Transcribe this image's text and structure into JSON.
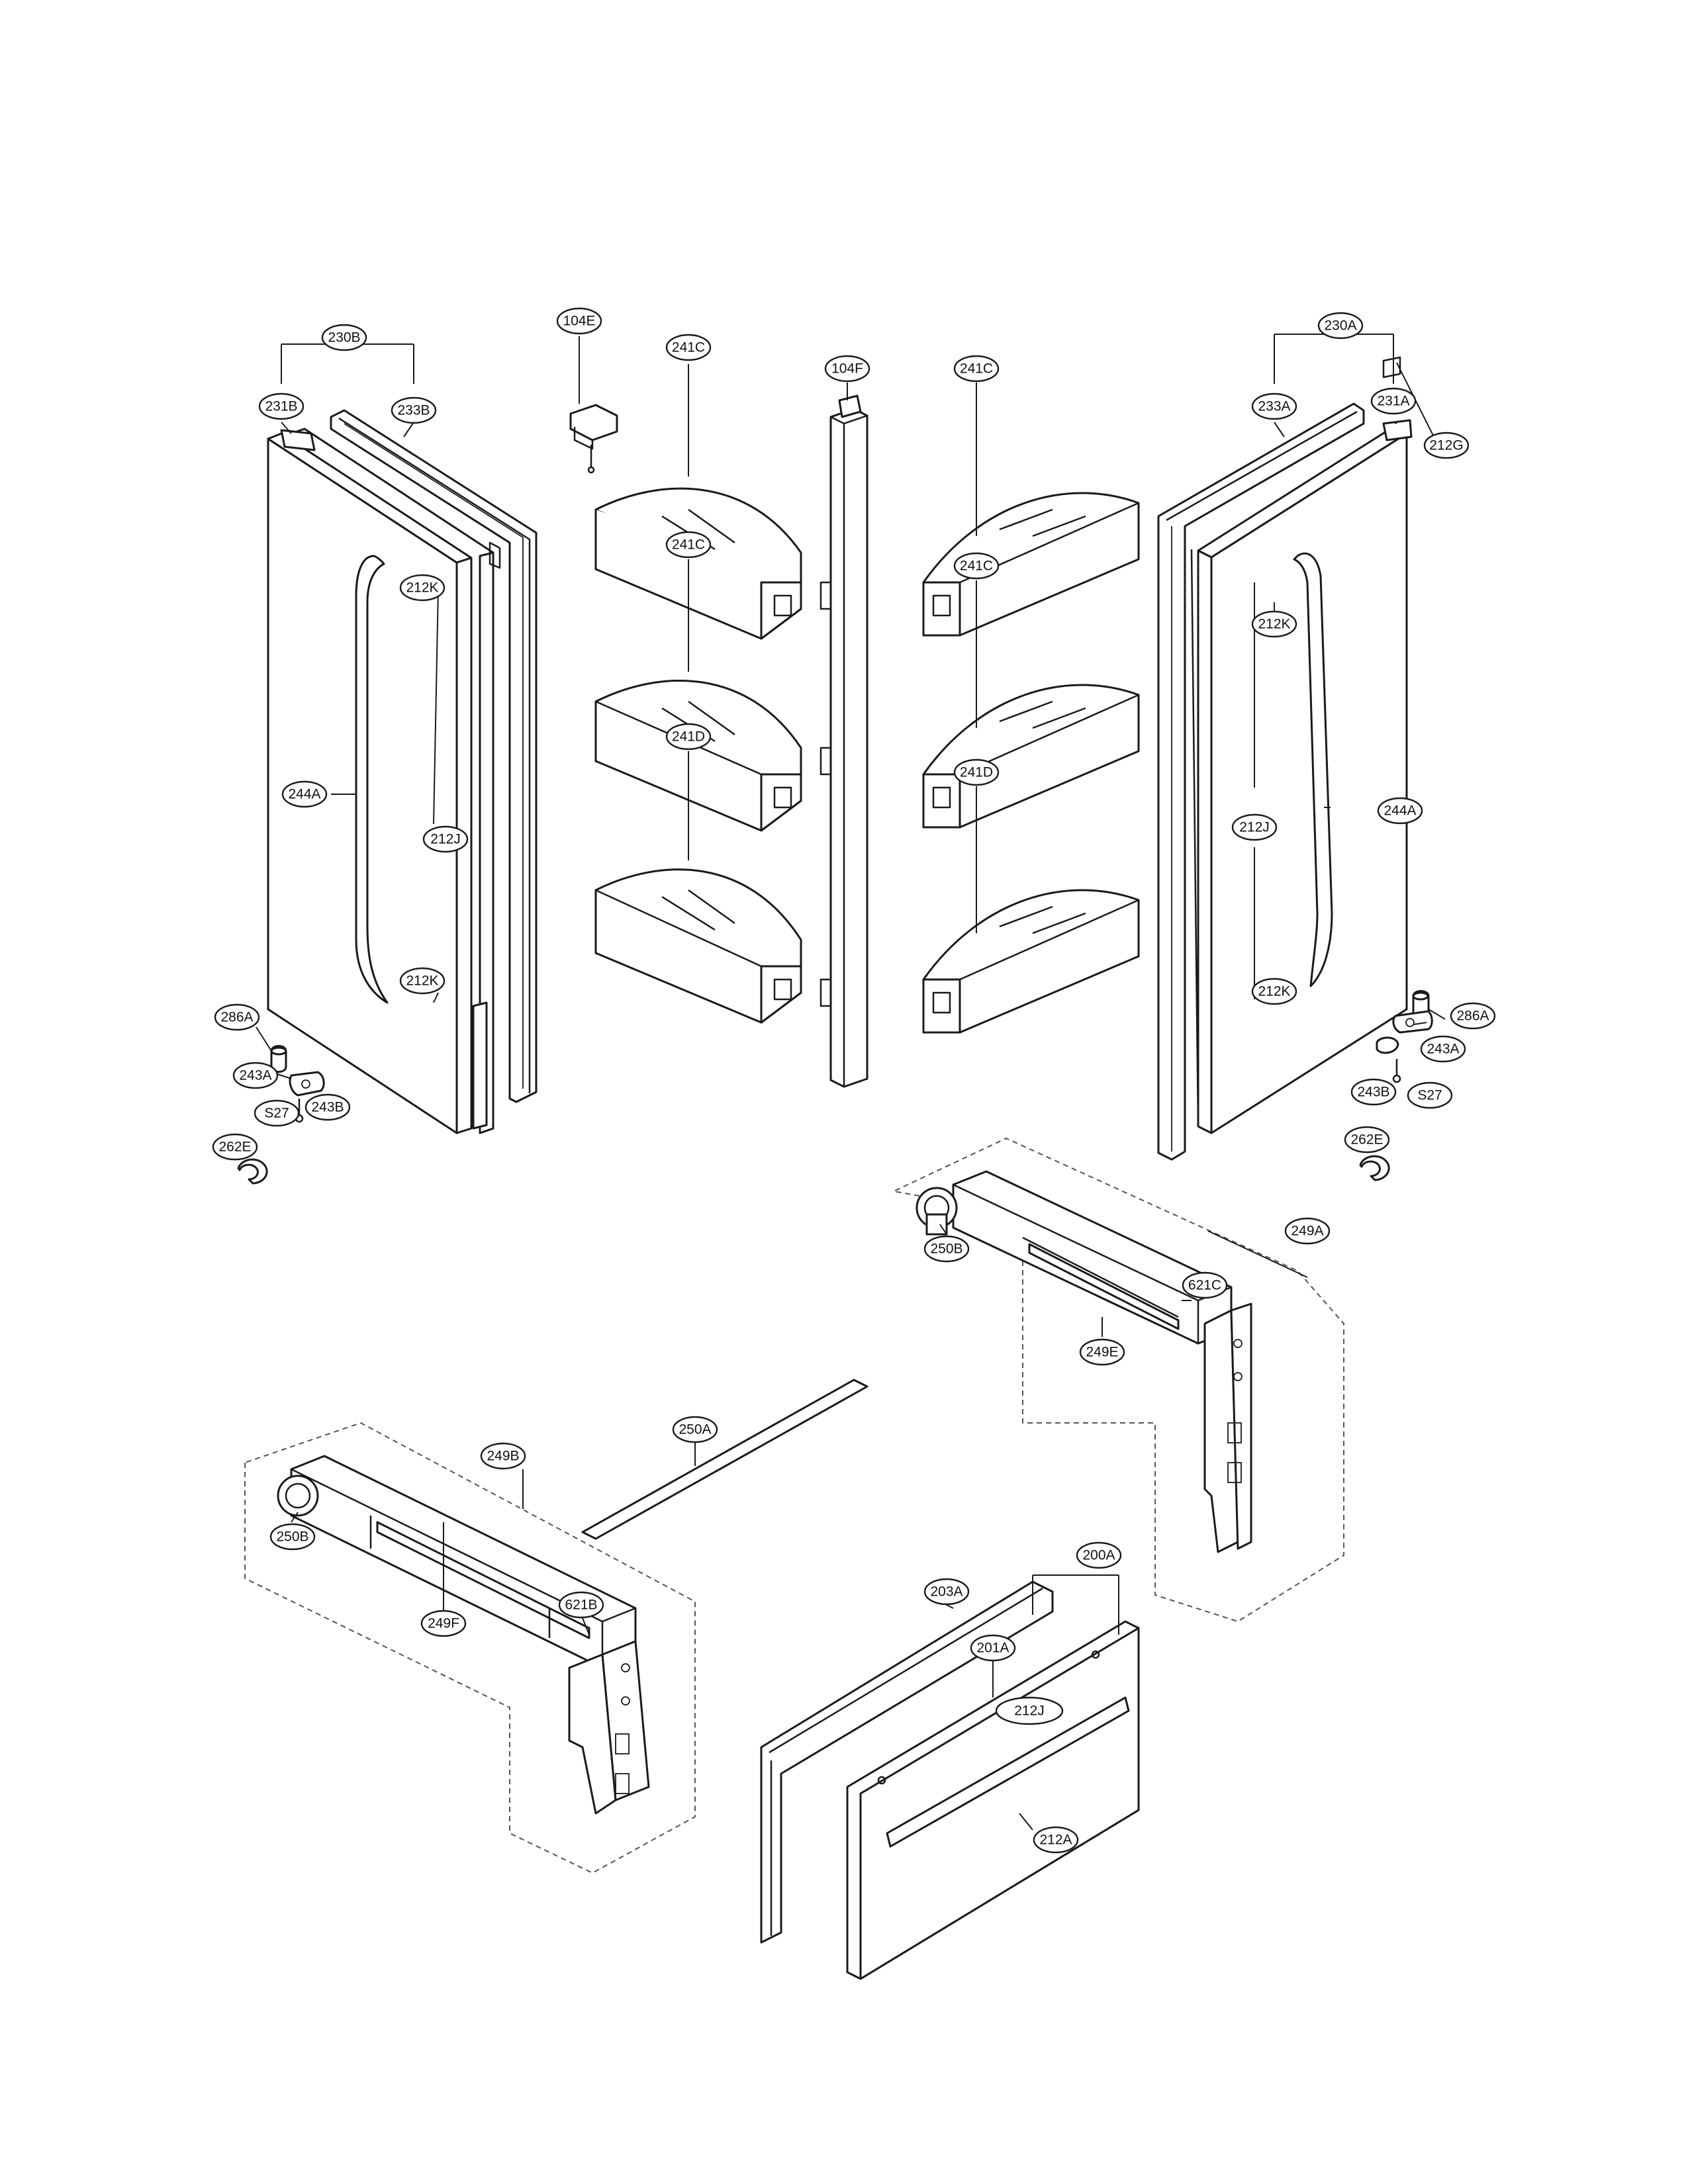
{
  "callouts": [
    {
      "id": "c-230B",
      "label": "230B"
    },
    {
      "id": "c-231B",
      "label": "231B"
    },
    {
      "id": "c-233B",
      "label": "233B"
    },
    {
      "id": "c-104E",
      "label": "104E"
    },
    {
      "id": "c-230A",
      "label": "230A"
    },
    {
      "id": "c-233A",
      "label": "233A"
    },
    {
      "id": "c-231A",
      "label": "231A"
    },
    {
      "id": "c-212G",
      "label": "212G"
    },
    {
      "id": "c-241C-l1",
      "label": "241C"
    },
    {
      "id": "c-241C-l2",
      "label": "241C"
    },
    {
      "id": "c-241D-l",
      "label": "241D"
    },
    {
      "id": "c-104F",
      "label": "104F"
    },
    {
      "id": "c-241C-r1",
      "label": "241C"
    },
    {
      "id": "c-241C-r2",
      "label": "241C"
    },
    {
      "id": "c-241D-r",
      "label": "241D"
    },
    {
      "id": "c-212K-l1",
      "label": "212K"
    },
    {
      "id": "c-212K-l2",
      "label": "212K"
    },
    {
      "id": "c-244A-l",
      "label": "244A"
    },
    {
      "id": "c-212J-l",
      "label": "212J"
    },
    {
      "id": "c-212K-r1",
      "label": "212K"
    },
    {
      "id": "c-212K-r2",
      "label": "212K"
    },
    {
      "id": "c-212J-r",
      "label": "212J"
    },
    {
      "id": "c-244A-r",
      "label": "244A"
    },
    {
      "id": "c-286A-l",
      "label": "286A"
    },
    {
      "id": "c-243A-l",
      "label": "243A"
    },
    {
      "id": "c-S27-l",
      "label": "S27"
    },
    {
      "id": "c-243B-l",
      "label": "243B"
    },
    {
      "id": "c-262E-l",
      "label": "262E"
    },
    {
      "id": "c-286A-r",
      "label": "286A"
    },
    {
      "id": "c-243A-r",
      "label": "243A"
    },
    {
      "id": "c-243B-r",
      "label": "243B"
    },
    {
      "id": "c-S27-r",
      "label": "S27"
    },
    {
      "id": "c-262E-r",
      "label": "262E"
    },
    {
      "id": "c-249A",
      "label": "249A"
    },
    {
      "id": "c-250B-r",
      "label": "250B"
    },
    {
      "id": "c-621C",
      "label": "621C"
    },
    {
      "id": "c-249E",
      "label": "249E"
    },
    {
      "id": "c-249B",
      "label": "249B"
    },
    {
      "id": "c-250A",
      "label": "250A"
    },
    {
      "id": "c-250B-l",
      "label": "250B"
    },
    {
      "id": "c-621B",
      "label": "621B"
    },
    {
      "id": "c-249F",
      "label": "249F"
    },
    {
      "id": "c-200A",
      "label": "200A"
    },
    {
      "id": "c-203A",
      "label": "203A"
    },
    {
      "id": "c-201A",
      "label": "201A"
    },
    {
      "id": "c-212J-d",
      "label": "212J"
    },
    {
      "id": "c-212A",
      "label": "212A"
    }
  ]
}
